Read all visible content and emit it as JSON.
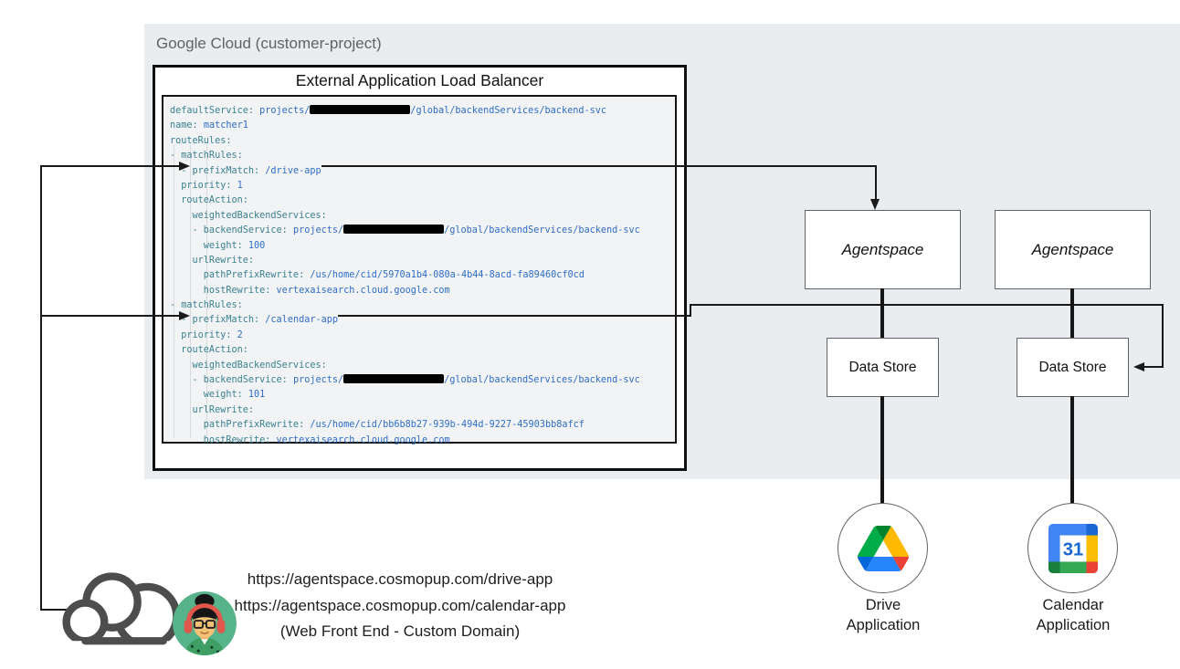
{
  "panel": {
    "title": "Google Cloud (customer-project)"
  },
  "alb": {
    "title": "External Application Load Balancer"
  },
  "code": {
    "lines": [
      [
        [
          "k",
          "defaultService: "
        ],
        [
          "v",
          "projects/"
        ],
        [
          "r"
        ],
        [
          "v",
          "/global/backendServices/backend-svc"
        ]
      ],
      [
        [
          "k",
          "name: "
        ],
        [
          "v",
          "matcher1"
        ]
      ],
      [
        [
          "k",
          "routeRules:"
        ]
      ],
      [
        [
          "k",
          "- matchRules:"
        ]
      ],
      [
        [
          "k",
          "  - prefixMatch: "
        ],
        [
          "v",
          "/drive-app"
        ]
      ],
      [
        [
          "k",
          "  priority: "
        ],
        [
          "v",
          "1"
        ]
      ],
      [
        [
          "k",
          "  routeAction:"
        ]
      ],
      [
        [
          "k",
          "    weightedBackendServices:"
        ]
      ],
      [
        [
          "k",
          "    - backendService: "
        ],
        [
          "v",
          "projects/"
        ],
        [
          "r"
        ],
        [
          "v",
          "/global/backendServices/backend-svc"
        ]
      ],
      [
        [
          "k",
          "      weight: "
        ],
        [
          "v",
          "100"
        ]
      ],
      [
        [
          "k",
          "    urlRewrite:"
        ]
      ],
      [
        [
          "k",
          "      pathPrefixRewrite: "
        ],
        [
          "v",
          "/us/home/cid/5970a1b4-080a-4b44-8acd-fa89460cf0cd"
        ]
      ],
      [
        [
          "k",
          "      hostRewrite: "
        ],
        [
          "v",
          "vertexaisearch.cloud.google.com"
        ]
      ],
      [
        [
          "k",
          "- matchRules:"
        ]
      ],
      [
        [
          "k",
          "  - prefixMatch: "
        ],
        [
          "v",
          "/calendar-app"
        ]
      ],
      [
        [
          "k",
          "  priority: "
        ],
        [
          "v",
          "2"
        ]
      ],
      [
        [
          "k",
          "  routeAction:"
        ]
      ],
      [
        [
          "k",
          "    weightedBackendServices:"
        ]
      ],
      [
        [
          "k",
          "    - backendService: "
        ],
        [
          "v",
          "projects/"
        ],
        [
          "r"
        ],
        [
          "v",
          "/global/backendServices/backend-svc"
        ]
      ],
      [
        [
          "k",
          "      weight: "
        ],
        [
          "v",
          "101"
        ]
      ],
      [
        [
          "k",
          "    urlRewrite:"
        ]
      ],
      [
        [
          "k",
          "      pathPrefixRewrite: "
        ],
        [
          "v",
          "/us/home/cid/bb6b8b27-939b-494d-9227-45903bb8afcf"
        ]
      ],
      [
        [
          "k",
          "      hostRewrite: "
        ],
        [
          "v",
          "vertexaisearch.cloud.google.com"
        ]
      ]
    ]
  },
  "nodes": {
    "agentspace1": "Agentspace",
    "agentspace2": "Agentspace",
    "datastore1": "Data Store",
    "datastore2": "Data Store"
  },
  "apps": {
    "drive_label": "Drive\nApplication",
    "calendar_label": "Calendar\nApplication",
    "calendar_day": "31"
  },
  "frontend": {
    "url_drive": "https://agentspace.cosmopup.com/drive-app",
    "url_calendar": "https://agentspace.cosmopup.com/calendar-app",
    "caption": "(Web Front End - Custom Domain)"
  },
  "icons": {
    "cloud": "cloud-icon",
    "user": "user-avatar-icon",
    "drive": "google-drive-icon",
    "calendar": "google-calendar-icon"
  },
  "colors": {
    "panel_bg": "#e9edf0",
    "code_bg": "#f1f3f4",
    "code_key": "#3a8191",
    "code_value": "#2f6dc6",
    "google_blue": "#4285f4",
    "google_blue_dark": "#1967d2",
    "google_green": "#34a853",
    "google_green_dark": "#188038",
    "google_yellow": "#fbbc04",
    "google_red": "#ea4335"
  }
}
